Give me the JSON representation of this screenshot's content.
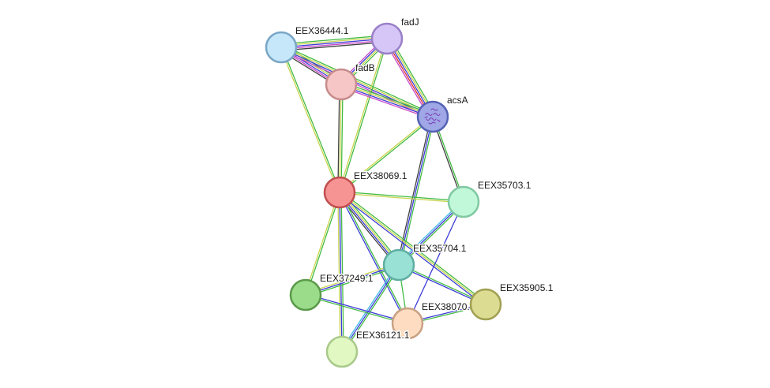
{
  "network": {
    "nodes": [
      {
        "label": "EEX36444.1",
        "fill": "#c5e7f9",
        "stroke": "#7aa6c6"
      },
      {
        "label": "fadJ",
        "fill": "#d6c6f8",
        "stroke": "#9a80c8"
      },
      {
        "label": "fadB",
        "fill": "#f6c6c6",
        "stroke": "#c78c8c"
      },
      {
        "label": "acsA",
        "fill": "#9fa7e6",
        "stroke": "#5462b4",
        "icon": "protein-structure-icon"
      },
      {
        "label": "EEX38069.1",
        "fill": "#f69494",
        "stroke": "#c14f4f"
      },
      {
        "label": "EEX35703.1",
        "fill": "#c2f8da",
        "stroke": "#80c9a1"
      },
      {
        "label": "EEX35704.1",
        "fill": "#9ae1d5",
        "stroke": "#5fada2"
      },
      {
        "label": "EEX37249.1",
        "fill": "#9bdc8a",
        "stroke": "#5a9a4a"
      },
      {
        "label": "EEX35905.1",
        "fill": "#dddc93",
        "stroke": "#a1a052"
      },
      {
        "label": "EEX38070.",
        "fill": "#fddcc1",
        "stroke": "#c9a183"
      },
      {
        "label": "EEX36121.1",
        "fill": "#e1f8c2",
        "stroke": "#a9c98a"
      }
    ],
    "edges": [
      {
        "source": "EEX36444.1",
        "target": "fadJ",
        "colors": [
          "#44bb44",
          "#c9d54f",
          "#3d3dd8",
          "#c94ac9",
          "#404040"
        ]
      },
      {
        "source": "EEX36444.1",
        "target": "fadB",
        "colors": [
          "#44bb44",
          "#c9d54f",
          "#3d3dd8",
          "#c94ac9",
          "#404040"
        ]
      },
      {
        "source": "EEX36444.1",
        "target": "acsA",
        "colors": [
          "#44bb44",
          "#c9d54f",
          "#3d3dd8",
          "#c94ac9"
        ]
      },
      {
        "source": "EEX36444.1",
        "target": "EEX38069.1",
        "colors": [
          "#44bb44",
          "#c9d54f"
        ]
      },
      {
        "source": "fadJ",
        "target": "fadB",
        "colors": [
          "#44bb44",
          "#c9d54f",
          "#3d3dd8",
          "#c94ac9"
        ]
      },
      {
        "source": "fadJ",
        "target": "acsA",
        "colors": [
          "#44bb44",
          "#c9d54f",
          "#3d3dd8",
          "#d93030",
          "#c94ac9"
        ]
      },
      {
        "source": "fadJ",
        "target": "EEX38069.1",
        "colors": [
          "#44bb44",
          "#c9d54f"
        ]
      },
      {
        "source": "fadB",
        "target": "acsA",
        "colors": [
          "#44bb44",
          "#c9d54f",
          "#3d3dd8",
          "#c94ac9"
        ]
      },
      {
        "source": "fadB",
        "target": "EEX38069.1",
        "colors": [
          "#44bb44",
          "#c9d54f",
          "#404040"
        ]
      },
      {
        "source": "acsA",
        "target": "EEX38069.1",
        "colors": [
          "#44bb44",
          "#c9d54f"
        ]
      },
      {
        "source": "acsA",
        "target": "EEX35703.1",
        "colors": [
          "#44bb44",
          "#404040"
        ]
      },
      {
        "source": "acsA",
        "target": "EEX35704.1",
        "colors": [
          "#44bb44",
          "#3d3dd8",
          "#404040"
        ]
      },
      {
        "source": "EEX38069.1",
        "target": "EEX35703.1",
        "colors": [
          "#44bb44",
          "#c9d54f"
        ]
      },
      {
        "source": "EEX38069.1",
        "target": "EEX35704.1",
        "colors": [
          "#44bb44",
          "#c9d54f",
          "#3d3dd8",
          "#404040"
        ]
      },
      {
        "source": "EEX38069.1",
        "target": "EEX37249.1",
        "colors": [
          "#44bb44",
          "#c9d54f"
        ]
      },
      {
        "source": "EEX38069.1",
        "target": "EEX36121.1",
        "colors": [
          "#44bb44",
          "#3d3dd8",
          "#c9d54f"
        ]
      },
      {
        "source": "EEX38069.1",
        "target": "EEX38070.",
        "colors": [
          "#44bb44",
          "#3d3dd8"
        ]
      },
      {
        "source": "EEX38069.1",
        "target": "EEX35905.1",
        "colors": [
          "#44bb44",
          "#c9d54f",
          "#3d3dd8"
        ]
      },
      {
        "source": "EEX35703.1",
        "target": "EEX35704.1",
        "colors": [
          "#44bb44",
          "#3d3dd8",
          "#44b8e8"
        ]
      },
      {
        "source": "EEX35703.1",
        "target": "EEX38070.",
        "colors": [
          "#3d3dd8"
        ]
      },
      {
        "source": "EEX35704.1",
        "target": "EEX37249.1",
        "colors": [
          "#44bb44",
          "#3d3dd8",
          "#c9d54f"
        ]
      },
      {
        "source": "EEX35704.1",
        "target": "EEX36121.1",
        "colors": [
          "#44bb44",
          "#3d3dd8",
          "#44b8e8"
        ]
      },
      {
        "source": "EEX35704.1",
        "target": "EEX38070.",
        "colors": [
          "#44bb44"
        ]
      },
      {
        "source": "EEX35704.1",
        "target": "EEX35905.1",
        "colors": [
          "#44bb44",
          "#3d3dd8"
        ]
      },
      {
        "source": "EEX37249.1",
        "target": "EEX38070.",
        "colors": [
          "#3d3dd8",
          "#44bb44"
        ]
      },
      {
        "source": "EEX38070.",
        "target": "EEX35905.1",
        "colors": [
          "#3d3dd8",
          "#44bb44"
        ]
      }
    ]
  }
}
